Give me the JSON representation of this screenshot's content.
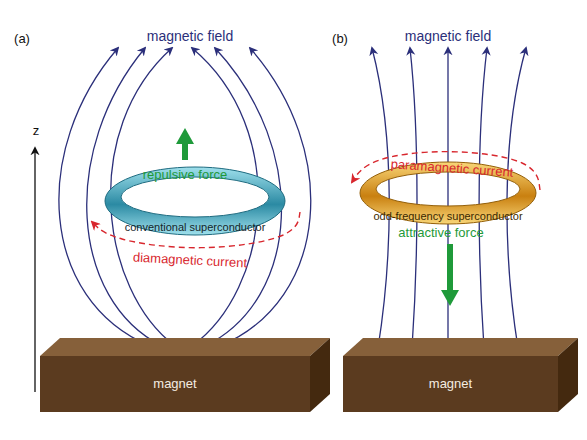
{
  "diagram": {
    "nodes": [
      {
        "text": [
          "conventional superconductor"
        ]
      },
      {
        "text": [
          "odd-frequency superconductor"
        ]
      },
      {
        "text": [
          "magnet"
        ]
      },
      {
        "text": [
          "magnet"
        ]
      }
    ],
    "labels": [
      "(a)",
      "magnetic field",
      "(b)",
      "magnetic field",
      "z",
      "repulsive force",
      "paramagnetic current",
      "diamagnetic current",
      "attractive force"
    ]
  }
}
